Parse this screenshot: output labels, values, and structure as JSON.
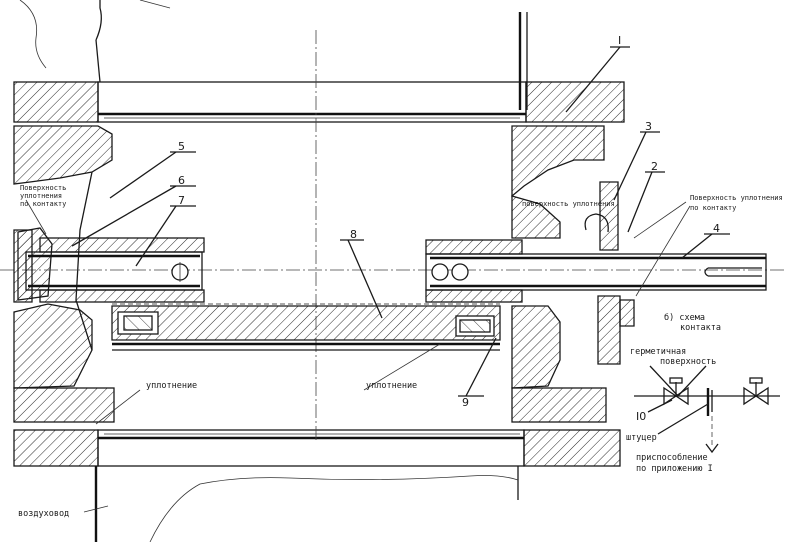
{
  "labels": {
    "n1": "I",
    "n2": "2",
    "n3": "3",
    "n4": "4",
    "n5": "5",
    "n6": "6",
    "n7": "7",
    "n8": "8",
    "n9": "9",
    "n10": "I0",
    "seal_left": "уплотнение",
    "seal_right": "уплотнение",
    "air_duct": "воздуховод",
    "scheme_b_line1": "б) схема",
    "scheme_b_line2": "контакта",
    "hermetic_line1": "герметичная",
    "hermetic_line2": "поверхность",
    "fitting": "штуцер",
    "device_line1": "приспособление",
    "device_line2": "по приложению I",
    "note_left_line1": "Поверхность",
    "note_left_line2": "уплотнения",
    "note_left_line3": "по контакту",
    "note_right_line1": "Поверхность уплотнения 2",
    "note_right_line2": "по контакту",
    "note_mid": "поверхность уплотнения"
  }
}
